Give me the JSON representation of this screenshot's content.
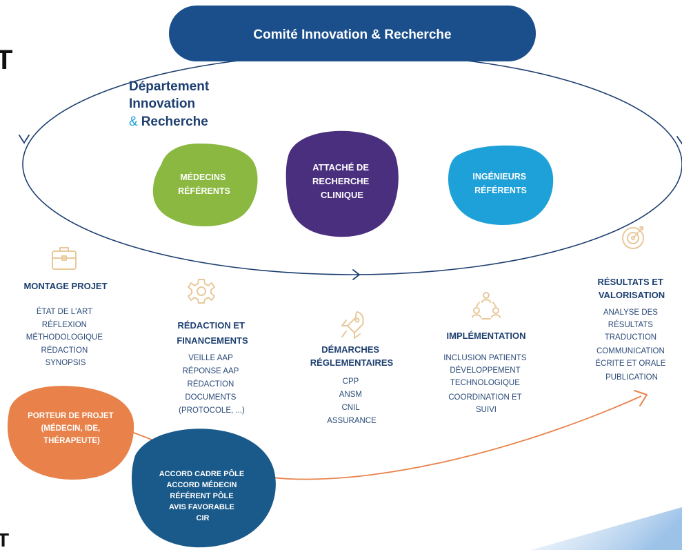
{
  "left_edge_char": "T",
  "committee": {
    "label": "Comité Innovation & Recherche",
    "color": "#1a4f8c"
  },
  "department": {
    "line1": "Département",
    "line2": "Innovation",
    "amp": "&",
    "line3": "Recherche"
  },
  "blobs": {
    "medecins": {
      "lines": [
        "MÉDECINS",
        "RÉFÉRENTS"
      ],
      "color": "#8ab840"
    },
    "arc": {
      "lines": [
        "ATTACHÉ DE",
        "RECHERCHE",
        "CLINIQUE"
      ],
      "color": "#4a2f7e"
    },
    "ingenieurs": {
      "lines": [
        "INGÉNIEURS",
        "RÉFÉRENTS"
      ],
      "color": "#1ea0d8"
    },
    "porteur": {
      "lines": [
        "PORTEUR DE PROJET",
        "(MÉDECIN, IDE,",
        "THÉRAPEUTE)"
      ],
      "color": "#e8824a"
    },
    "accord": {
      "lines": [
        "ACCORD CADRE PÔLE",
        "ACCORD MÉDECIN",
        "RÉFÉRENT PÔLE",
        "AVIS FAVORABLE",
        "CIR"
      ],
      "color": "#1a5a8a"
    }
  },
  "steps": {
    "montage": {
      "title": [
        "MONTAGE PROJET"
      ],
      "icon": "briefcase-icon",
      "items": [
        "ÉTAT DE L'ART",
        "RÉFLEXION",
        "MÉTHODOLOGIQUE",
        "RÉDACTION",
        "SYNOPSIS"
      ]
    },
    "redaction": {
      "title": [
        "RÉDACTION ET",
        "FINANCEMENTS"
      ],
      "icon": "gear-icon",
      "items": [
        "VEILLE AAP",
        "RÉPONSE AAP",
        "RÉDACTION",
        "DOCUMENTS",
        "(PROTOCOLE, ...)"
      ]
    },
    "demarches": {
      "title": [
        "DÉMARCHES",
        "RÉGLEMENTAIRES"
      ],
      "icon": "rocket-icon",
      "items": [
        "CPP",
        "ANSM",
        "CNIL",
        "ASSURANCE"
      ]
    },
    "implementation": {
      "title": [
        "IMPLÉMENTATION"
      ],
      "icon": "team-icon",
      "items": [
        "INCLUSION PATIENTS",
        "DÉVELOPPEMENT",
        "TECHNOLOGIQUE",
        "COORDINATION ET",
        "SUIVI"
      ]
    },
    "resultats": {
      "title": [
        "RÉSULTATS ET",
        "VALORISATION"
      ],
      "icon": "target-icon",
      "items": [
        "ANALYSE DES",
        "RÉSULTATS",
        "TRADUCTION",
        "COMMUNICATION",
        "ÉCRITE ET ORALE",
        "PUBLICATION"
      ]
    }
  },
  "colors": {
    "navy": "#1d3f70",
    "line": "#1d3f70",
    "orange_arrow": "#e8824a",
    "icon": "#e8c89a"
  }
}
